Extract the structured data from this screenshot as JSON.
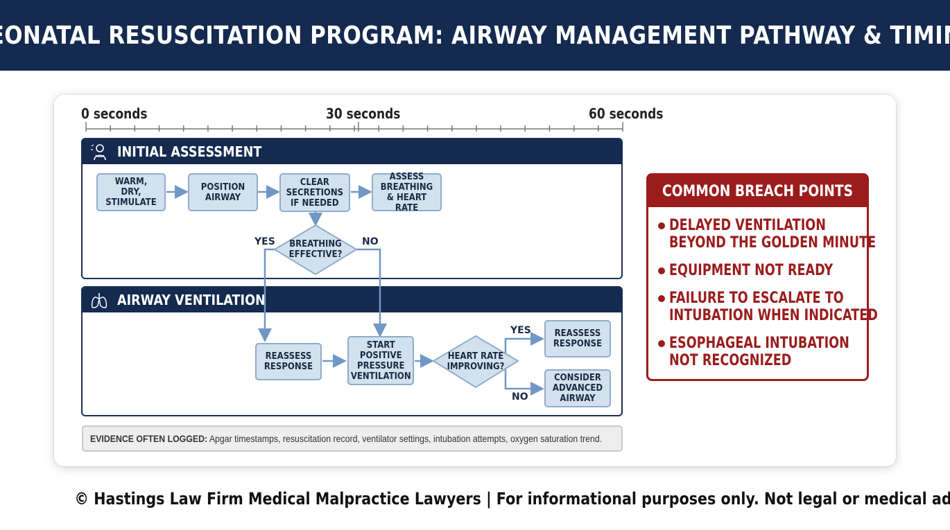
{
  "header": {
    "title": "NEONATAL RESUSCITATION PROGRAM: AIRWAY MANAGEMENT PATHWAY & TIMING"
  },
  "timeline": {
    "labels": [
      "0 seconds",
      "30 seconds",
      "60 seconds"
    ]
  },
  "initial_assessment": {
    "title": "INITIAL ASSESSMENT",
    "icon": "newborn-icon",
    "steps": [
      "WARM, DRY, STIMULATE",
      "POSITION AIRWAY",
      "CLEAR SECRETIONS IF NEEDED",
      "ASSESS BREATHING & HEART RATE"
    ],
    "decision": "BREATHING EFFECTIVE?",
    "yes_label": "YES",
    "no_label": "NO"
  },
  "airway_ventilation": {
    "title": "AIRWAY VENTILATION",
    "icon": "lungs-icon",
    "steps": [
      "REASSESS RESPONSE",
      "START POSITIVE PRESSURE VENTILATION"
    ],
    "decision": "HEART RATE IMPROVING?",
    "yes_label": "YES",
    "no_label": "NO",
    "yes_outcome": "REASSESS RESPONSE",
    "no_outcome": "CONSIDER ADVANCED AIRWAY"
  },
  "evidence": {
    "label": "EVIDENCE OFTEN LOGGED:",
    "text": " Apgar timestamps, resuscitation record, ventilator settings, intubation attempts, oxygen saturation trend."
  },
  "breach": {
    "title": "COMMON BREACH POINTS",
    "icon": "warning-icon",
    "items": [
      [
        "DELAYED VENTILATION",
        "BEYOND THE GOLDEN MINUTE"
      ],
      [
        "EQUIPMENT NOT READY"
      ],
      [
        "FAILURE TO ESCALATE TO",
        "INTUBATION WHEN INDICATED"
      ],
      [
        "ESOPHAGEAL INTUBATION",
        "NOT RECOGNIZED"
      ]
    ]
  },
  "footer": {
    "text": "© Hastings Law Firm Medical Malpractice Lawyers | For informational purposes only. Not legal or medical advice."
  },
  "colors": {
    "navy": "#142a4f",
    "box_fill": "#d3e1ef",
    "box_border": "#8eadcc",
    "arrow": "#6f98c6",
    "breach_red": "#9b1c1c"
  }
}
